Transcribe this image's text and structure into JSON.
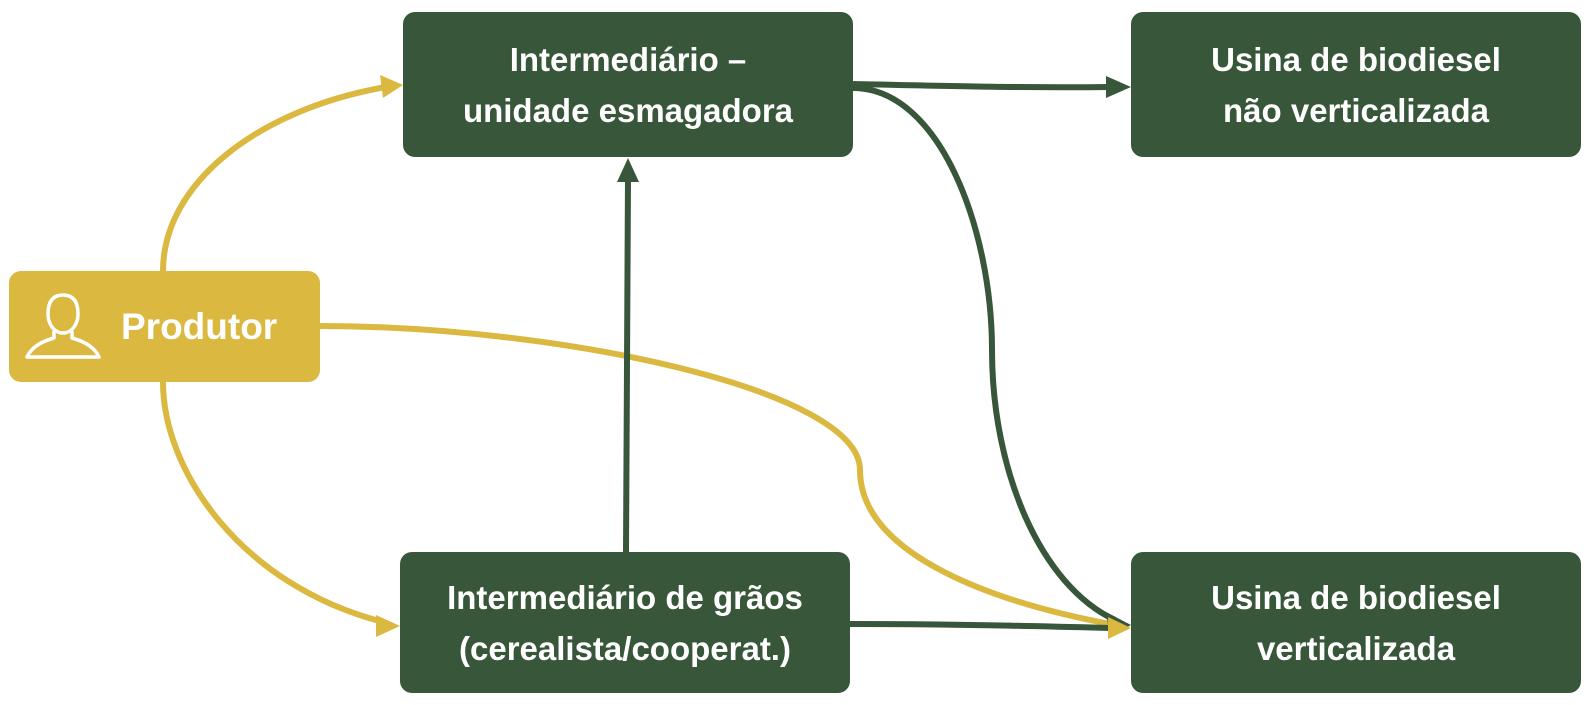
{
  "colors": {
    "green": "#38563a",
    "gold": "#dbb840",
    "text": "#ffffff"
  },
  "nodes": {
    "produtor": {
      "icon": "person-icon",
      "label": "Produtor"
    },
    "esmagadora": {
      "line1": "Intermediário –",
      "line2": "unidade esmagadora"
    },
    "graos": {
      "line1": "Intermediário de grãos",
      "line2": "(cerealista/cooperat.)"
    },
    "nao_vert": {
      "line1": "Usina de biodiesel",
      "line2": "não verticalizada"
    },
    "vert": {
      "line1": "Usina de biodiesel",
      "line2": "verticalizada"
    }
  },
  "edges": [
    {
      "from": "Produtor",
      "to": "Intermediário – unidade esmagadora",
      "color": "#dbb840"
    },
    {
      "from": "Produtor",
      "to": "Intermediário de grãos (cerealista/cooperat.)",
      "color": "#dbb840"
    },
    {
      "from": "Produtor",
      "to": "Usina de biodiesel verticalizada",
      "color": "#dbb840"
    },
    {
      "from": "Intermediário de grãos (cerealista/cooperat.)",
      "to": "Intermediário – unidade esmagadora",
      "color": "#38563a"
    },
    {
      "from": "Intermediário – unidade esmagadora",
      "to": "Usina de biodiesel não verticalizada",
      "color": "#38563a"
    },
    {
      "from": "Intermediário – unidade esmagadora",
      "to": "Usina de biodiesel verticalizada",
      "color": "#38563a"
    },
    {
      "from": "Intermediário de grãos (cerealista/cooperat.)",
      "to": "Usina de biodiesel verticalizada",
      "color": "#38563a"
    }
  ]
}
